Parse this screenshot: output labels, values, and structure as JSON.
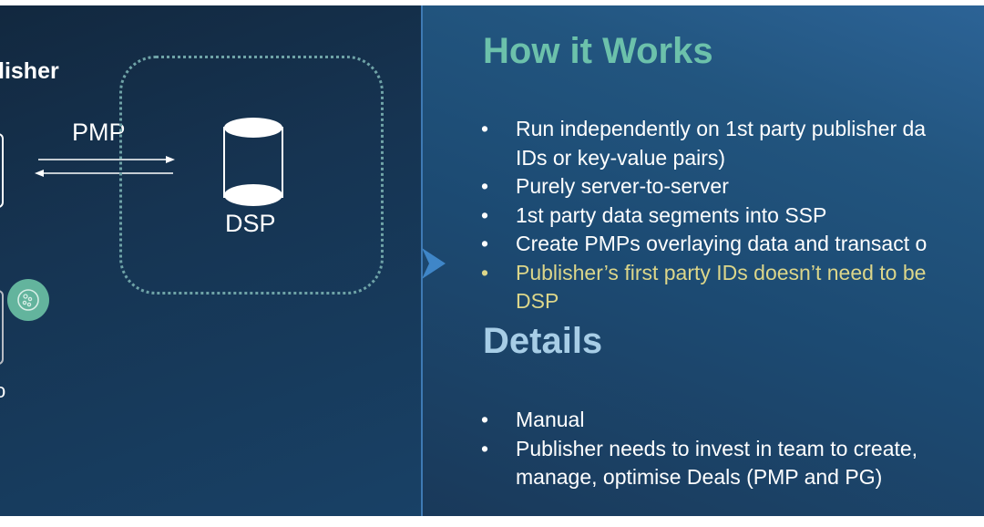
{
  "diagram": {
    "publisher_title": "lisher",
    "device_bottom_label": "o",
    "connection_label": "PMP",
    "dsp_label": "DSP",
    "icons": {
      "cookie": "cookie-icon",
      "database": "database-cylinder-icon",
      "arrows": "bidirectional-arrows-icon",
      "chevron": "chevron-right-icon"
    }
  },
  "how_it_works": {
    "title": "How it Works",
    "bullet_glyph": "•",
    "items": [
      {
        "text": "Run independently on 1st party publisher da",
        "highlight": false
      },
      {
        "text": "IDs or key-value pairs)",
        "continuation": true
      },
      {
        "text": "Purely server-to-server",
        "highlight": false
      },
      {
        "text": "1st party data segments into SSP",
        "highlight": false
      },
      {
        "text": "Create PMPs overlaying data and transact o",
        "highlight": false
      },
      {
        "text": "Publisher’s first party IDs doesn’t need to be",
        "highlight": true
      },
      {
        "text": "DSP",
        "continuation": true,
        "highlight": true
      }
    ]
  },
  "details": {
    "title": "Details",
    "bullet_glyph": "•",
    "items": [
      {
        "text": "Manual"
      },
      {
        "text": "Publisher needs to invest in team to create,"
      },
      {
        "text": "manage, optimise Deals (PMP and PG)",
        "continuation": true
      }
    ]
  },
  "colors": {
    "how_title": "#6cc1ab",
    "details_title": "#a7cde6",
    "highlight_text": "#dcd68a",
    "cookie_badge": "#63b49d",
    "divider": "#3f7ab4"
  }
}
